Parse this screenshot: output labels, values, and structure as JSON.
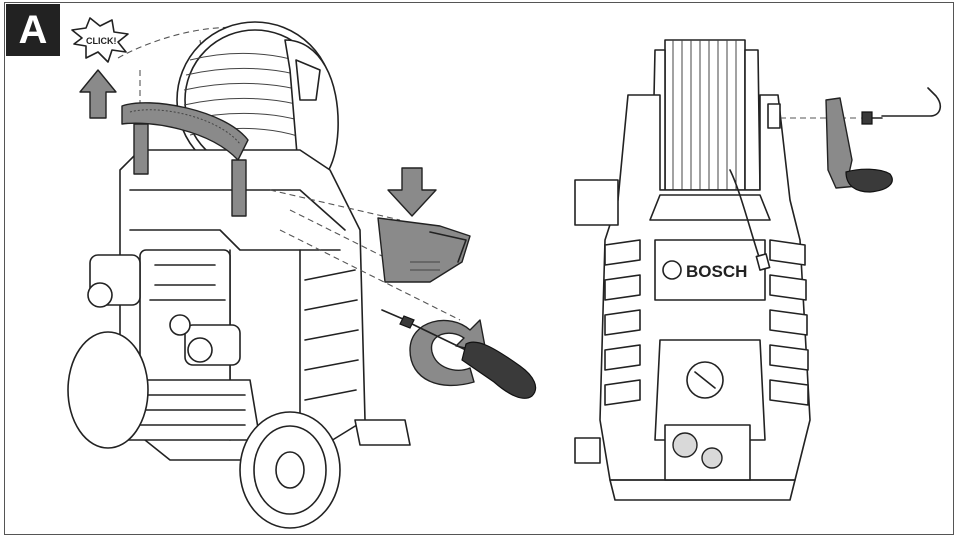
{
  "figure": {
    "panel_label": "A",
    "click_text": "CLICK!",
    "brand_text": "BOSCH"
  },
  "colors": {
    "outline": "#222222",
    "part_fill": "#8a8a8a",
    "label_bg": "#222222"
  }
}
